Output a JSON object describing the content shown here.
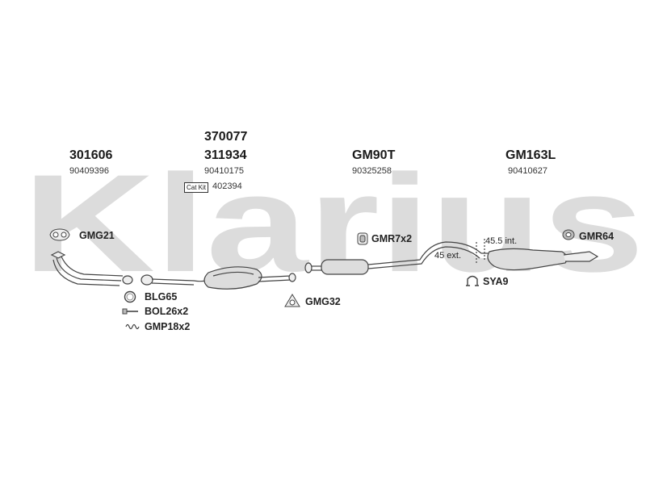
{
  "watermark": {
    "text": "Klarius"
  },
  "columns": [
    {
      "codes": [
        "301606"
      ],
      "ref": "90409396"
    },
    {
      "codes": [
        "370077",
        "311934"
      ],
      "ref": "90410175",
      "catkit_badge": "Cat Kit",
      "catkit_value": "402394"
    },
    {
      "codes": [
        "GM90T"
      ],
      "ref": "90325258"
    },
    {
      "codes": [
        "GM163L"
      ],
      "ref": "90410627"
    }
  ],
  "fittings": {
    "gmg21": "GMG21",
    "gmr7": "GMR7x2",
    "gmr64": "GMR64",
    "sya9": "SYA9",
    "blg65": "BLG65",
    "bol26": "BOL26x2",
    "gmp18": "GMP18x2",
    "gmg32": "GMG32"
  },
  "annotations": {
    "ext": "45 ext.",
    "int": "45.5 int."
  },
  "icons": [
    "gasket-icon",
    "hanger-icon",
    "rubber-mount-icon",
    "clamp-icon",
    "ring-gasket-icon",
    "bolt-icon",
    "spring-icon",
    "flange-gasket-icon"
  ]
}
